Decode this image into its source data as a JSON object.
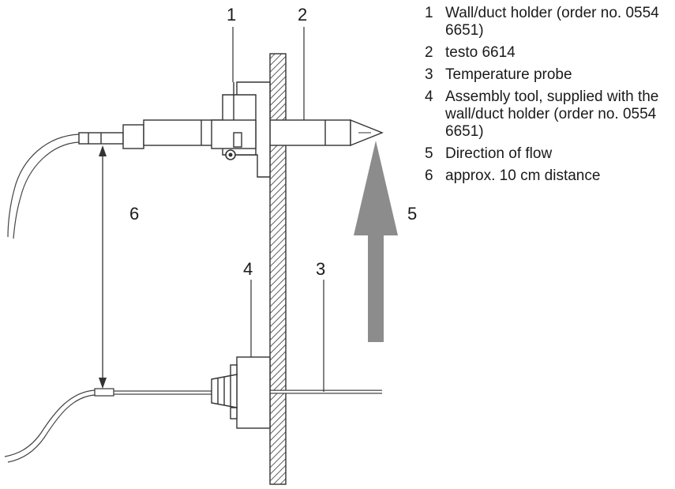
{
  "callouts": {
    "c1": "1",
    "c2": "2",
    "c3": "3",
    "c4": "4",
    "c5": "5",
    "c6": "6"
  },
  "legend": [
    {
      "number": "1",
      "text": "Wall/duct holder (order no. 0554 6651)"
    },
    {
      "number": "2",
      "text": "testo 6614"
    },
    {
      "number": "3",
      "text": "Temperature probe"
    },
    {
      "number": "4",
      "text": "Assembly tool, supplied with the wall/duct holder (order no. 0554 6651)"
    },
    {
      "number": "5",
      "text": "Direction of flow"
    },
    {
      "number": "6",
      "text": "approx. 10 cm distance"
    }
  ],
  "colors": {
    "line": "#333333",
    "flow_arrow": "#8c8c8c",
    "wall_hatch": "#333333"
  }
}
